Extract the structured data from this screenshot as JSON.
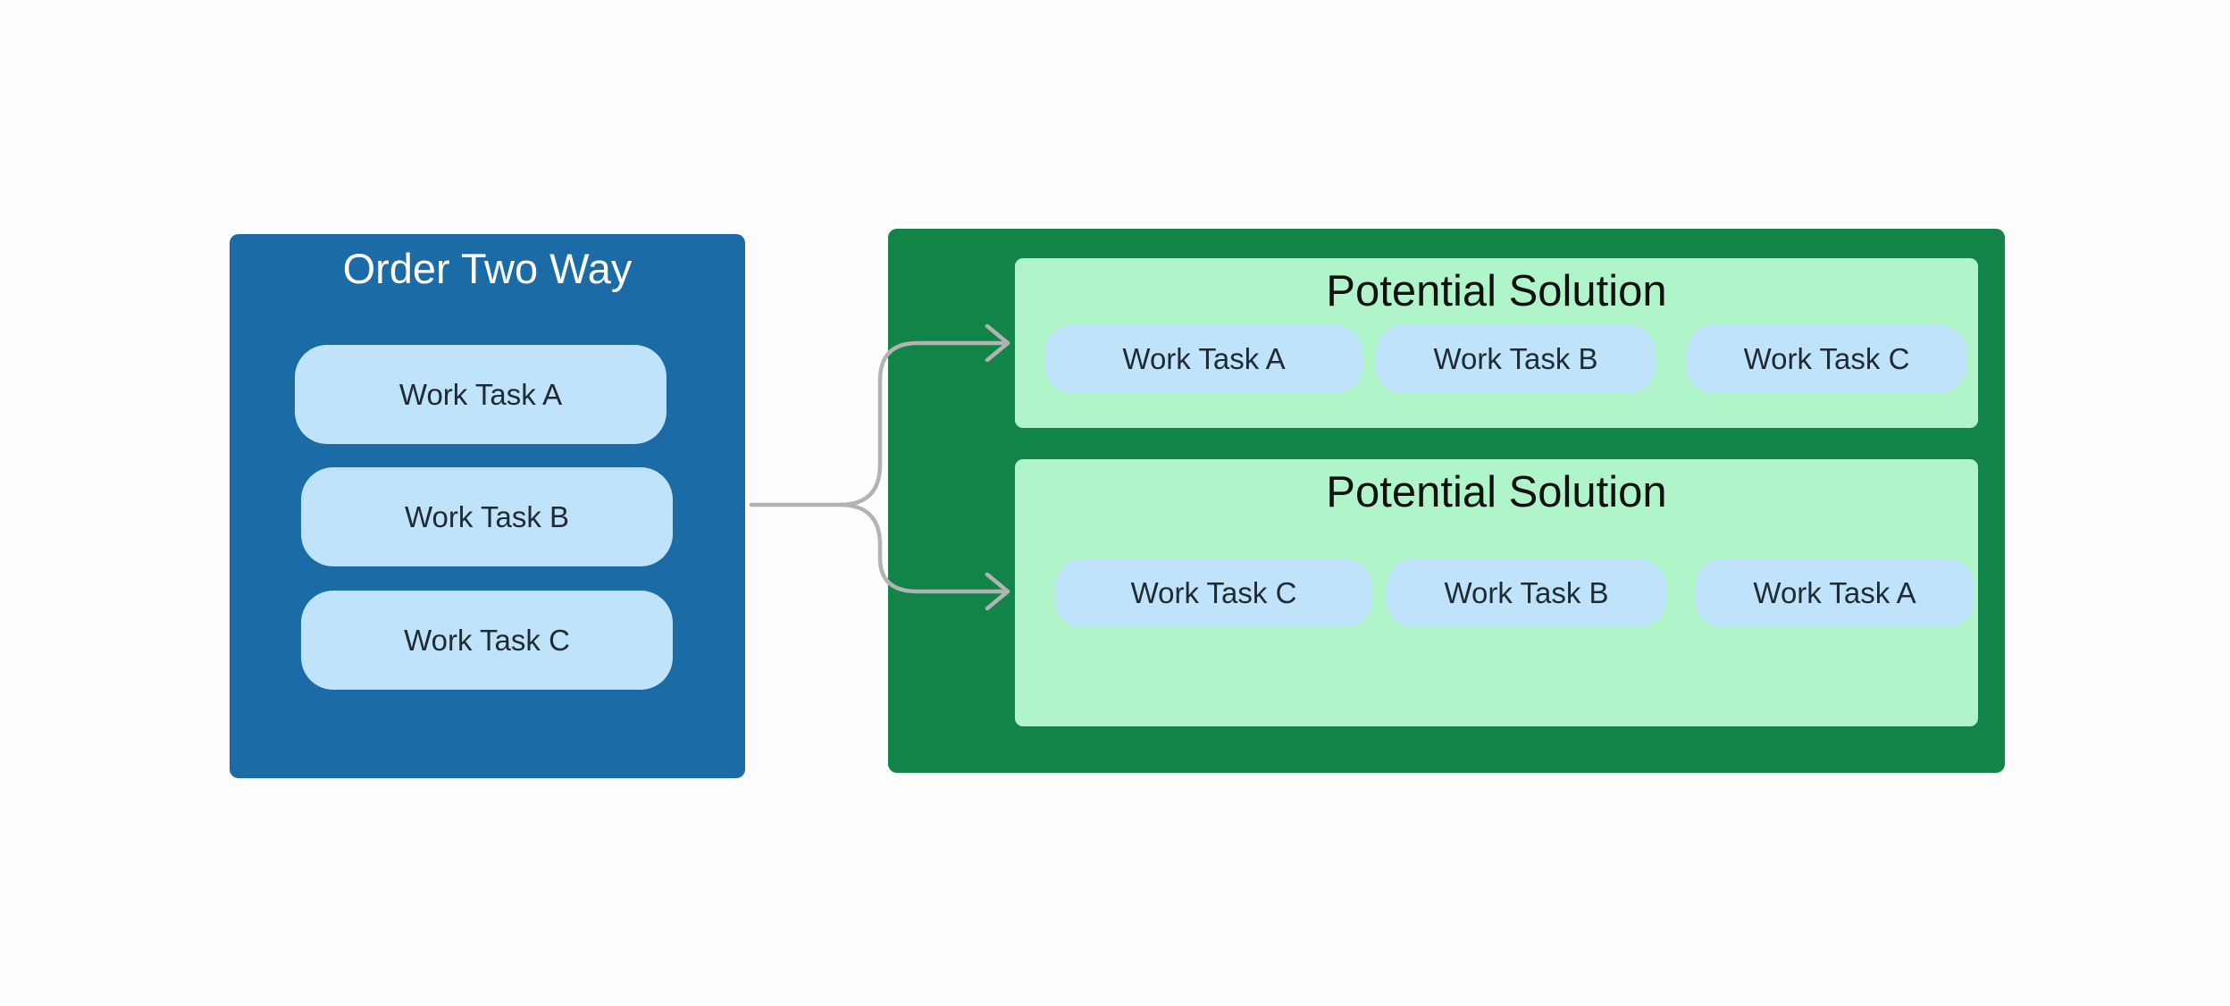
{
  "colors": {
    "background": "#fdfdfd",
    "blue_panel": "#1b6ba6",
    "green_panel": "#128447",
    "light_green": "#b0f4c9",
    "task_pill": "#bfe3fb",
    "connector": "#b3b3b3",
    "title_light": "#ffffff",
    "text_dark": "#1f2a33"
  },
  "left_group": {
    "title": "Order Two Way",
    "tasks": [
      "Work Task A",
      "Work Task B",
      "Work Task C"
    ]
  },
  "right_group": {
    "solutions": [
      {
        "title": "Potential Solution",
        "tasks": [
          "Work Task A",
          "Work Task B",
          "Work Task C"
        ]
      },
      {
        "title": "Potential Solution",
        "tasks": [
          "Work Task C",
          "Work Task B",
          "Work Task A"
        ]
      }
    ]
  }
}
